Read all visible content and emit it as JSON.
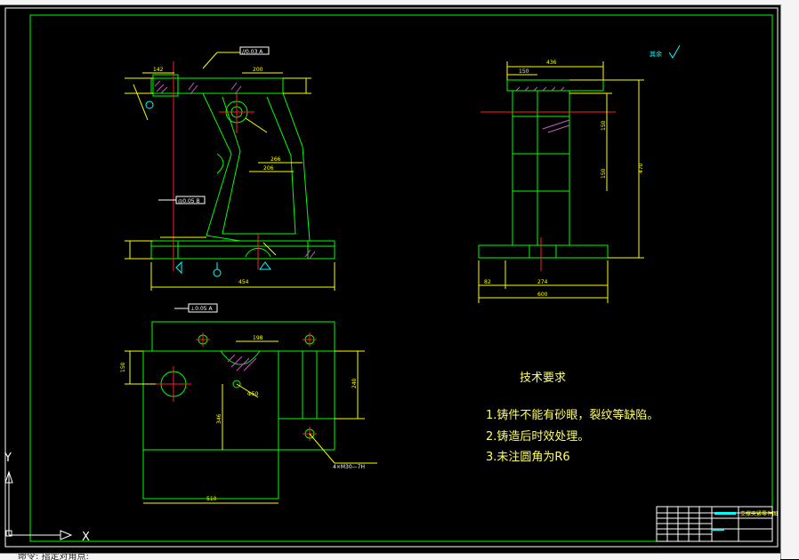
{
  "window": {
    "status_text": "命令: 指定对角点:"
  },
  "ucs": {
    "x_label": "X",
    "y_label": "Y"
  },
  "colors": {
    "background": "#000000",
    "geometry": "#00ff00",
    "dimension": "#ffff00",
    "centerline": "#ff2020",
    "hatch": "#cc55cc",
    "white": "#ffffff",
    "cyan": "#00ffff"
  },
  "roughness": {
    "label": "其余"
  },
  "tech_requirements": {
    "title": "技术要求",
    "items": [
      "1.铸件不能有砂眼，裂纹等缺陷。",
      "2.铸造后时效处理。",
      "3.未注圆角为R6"
    ]
  },
  "title_block": {
    "name": "支撑夹紧零件图"
  },
  "front_view": {
    "width_dim": "454",
    "top_left_dim": "142",
    "top_right_dim": "200",
    "center_dim": "266",
    "web_dim": "206"
  },
  "side_view": {
    "top_dim": "436",
    "top_sub_dim": "150",
    "height_dim": "470",
    "inner_dim_1": "150",
    "inner_dim_2": "150",
    "base_left_dim": "82",
    "base_mid_dim": "274",
    "base_total_dim": "600"
  },
  "top_view": {
    "top_dim": "198",
    "left_dim": "150",
    "right_dim": "240",
    "mid_dim": "346",
    "width_dim": "510",
    "hole_note": "4×M30—7H",
    "diameter_note": "Φ50"
  },
  "tolerance_frames": {
    "top": "//0.03 A",
    "middle": "◎0.05 B",
    "bottom": "⊥0.05 A"
  }
}
